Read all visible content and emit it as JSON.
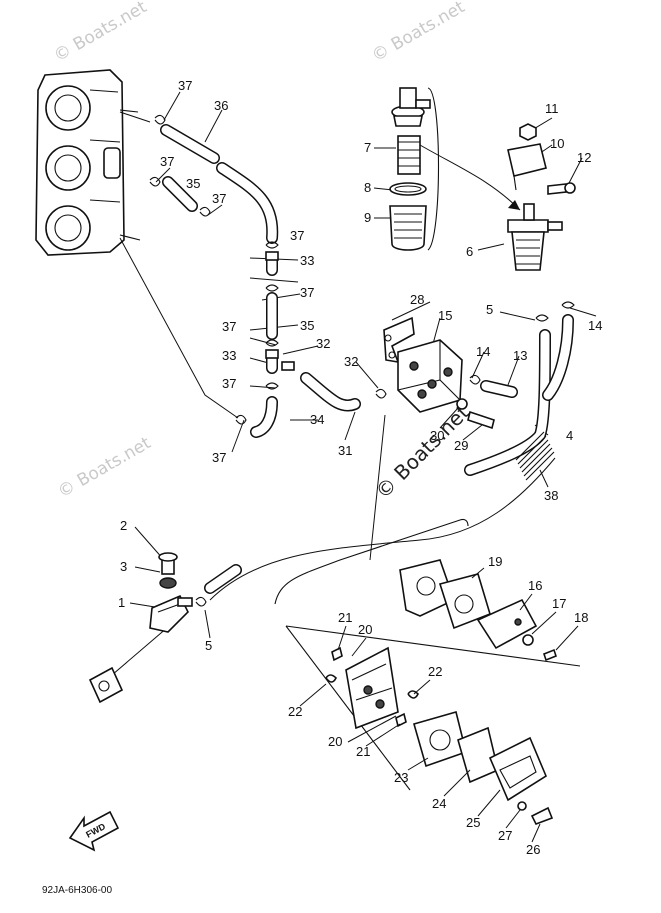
{
  "watermarks": [
    "© Boats.net",
    "© Boats.net",
    "© Boats.net",
    "© Boats.net"
  ],
  "diagram_code": "92JA-6H306-00",
  "fwd_label": "FWD",
  "callouts": [
    {
      "id": "c37a",
      "text": "37"
    },
    {
      "id": "c36",
      "text": "36"
    },
    {
      "id": "c37b",
      "text": "37"
    },
    {
      "id": "c35a",
      "text": "35"
    },
    {
      "id": "c37c",
      "text": "37"
    },
    {
      "id": "c37d",
      "text": "37"
    },
    {
      "id": "c33a",
      "text": "33"
    },
    {
      "id": "c37e",
      "text": "37"
    },
    {
      "id": "c37f",
      "text": "37"
    },
    {
      "id": "c35b",
      "text": "35"
    },
    {
      "id": "c33b",
      "text": "33"
    },
    {
      "id": "c32a",
      "text": "32"
    },
    {
      "id": "c37g",
      "text": "37"
    },
    {
      "id": "c34",
      "text": "34"
    },
    {
      "id": "c37h",
      "text": "37"
    },
    {
      "id": "c32b",
      "text": "32"
    },
    {
      "id": "c31",
      "text": "31"
    },
    {
      "id": "c7",
      "text": "7"
    },
    {
      "id": "c8",
      "text": "8"
    },
    {
      "id": "c9",
      "text": "9"
    },
    {
      "id": "c11",
      "text": "11"
    },
    {
      "id": "c10",
      "text": "10"
    },
    {
      "id": "c12",
      "text": "12"
    },
    {
      "id": "c6",
      "text": "6"
    },
    {
      "id": "c28",
      "text": "28"
    },
    {
      "id": "c15",
      "text": "15"
    },
    {
      "id": "c5a",
      "text": "5"
    },
    {
      "id": "c14a",
      "text": "14"
    },
    {
      "id": "c14b",
      "text": "14"
    },
    {
      "id": "c13",
      "text": "13"
    },
    {
      "id": "c30",
      "text": "30"
    },
    {
      "id": "c29",
      "text": "29"
    },
    {
      "id": "c4",
      "text": "4"
    },
    {
      "id": "c38",
      "text": "38"
    },
    {
      "id": "c2",
      "text": "2"
    },
    {
      "id": "c3",
      "text": "3"
    },
    {
      "id": "c1",
      "text": "1"
    },
    {
      "id": "c5b",
      "text": "5"
    },
    {
      "id": "c19",
      "text": "19"
    },
    {
      "id": "c16",
      "text": "16"
    },
    {
      "id": "c17",
      "text": "17"
    },
    {
      "id": "c18",
      "text": "18"
    },
    {
      "id": "c21a",
      "text": "21"
    },
    {
      "id": "c20a",
      "text": "20"
    },
    {
      "id": "c22a",
      "text": "22"
    },
    {
      "id": "c22b",
      "text": "22"
    },
    {
      "id": "c20b",
      "text": "20"
    },
    {
      "id": "c21b",
      "text": "21"
    },
    {
      "id": "c23",
      "text": "23"
    },
    {
      "id": "c24",
      "text": "24"
    },
    {
      "id": "c25",
      "text": "25"
    },
    {
      "id": "c27",
      "text": "27"
    },
    {
      "id": "c26",
      "text": "26"
    }
  ]
}
